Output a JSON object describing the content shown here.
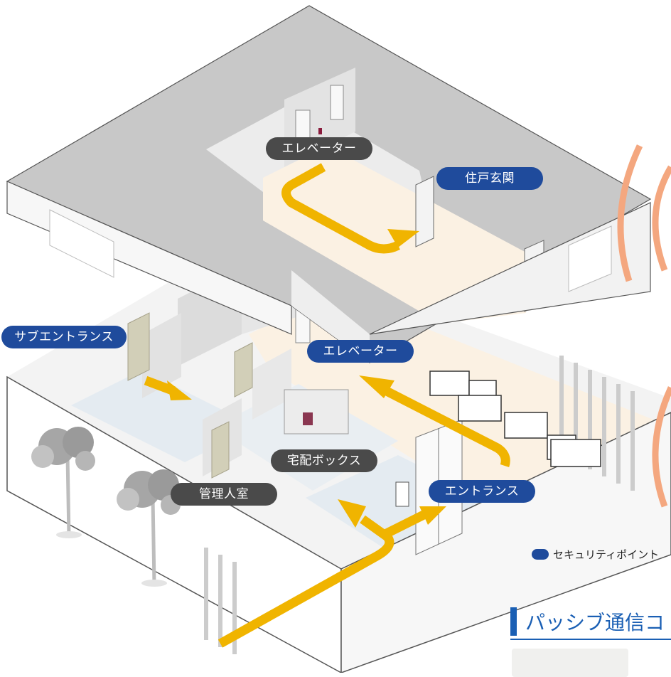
{
  "labels": {
    "elevator_upper": "エレベーター",
    "entrance_door": "住戸玄関",
    "sub_entrance": "サブエントランス",
    "elevator_lower": "エレベーター",
    "delivery_box": "宅配ボックス",
    "manager_room": "管理人室",
    "entrance": "エントランス"
  },
  "legend": {
    "text": "セキュリティポイント"
  },
  "section": {
    "heading": "パッシブ通信コ"
  },
  "colors": {
    "security_point": "#1f4b9c",
    "label_dark": "#4a4a4a",
    "route_arrow": "#f0b400",
    "signal_arc": "#f4a77f"
  }
}
